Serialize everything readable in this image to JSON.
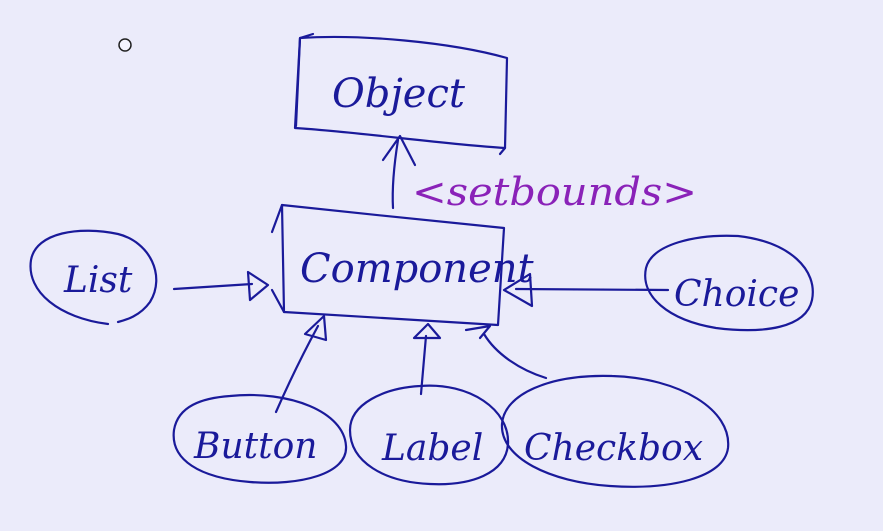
{
  "diagram": {
    "nodes": {
      "object": "Object",
      "component": "Component",
      "list": "List",
      "choice": "Choice",
      "button": "Button",
      "label": "Label",
      "checkbox": "Checkbox"
    },
    "annotation": "<setbounds>",
    "colors": {
      "ink": "#1a1a9a",
      "annotation": "#8a22b8",
      "background": "#ebebfa"
    }
  }
}
